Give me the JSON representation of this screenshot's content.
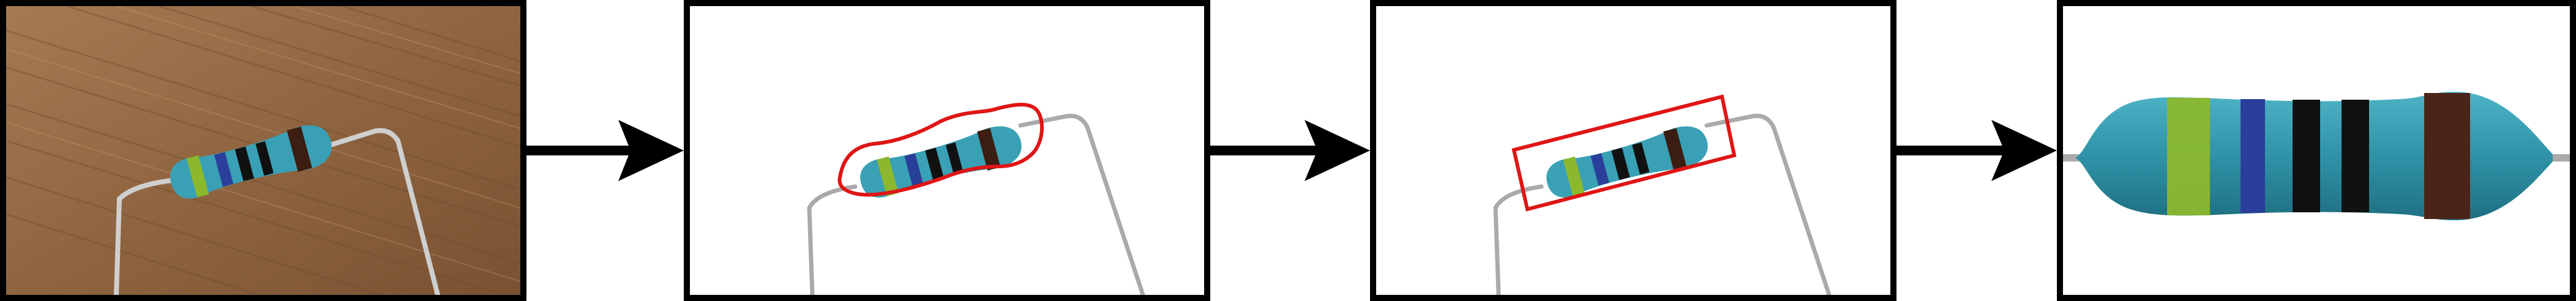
{
  "figure": {
    "description_labels": [],
    "steps": [
      {
        "id": "input-photo",
        "kind": "photo"
      },
      {
        "id": "segmentation-mask",
        "kind": "segmentation"
      },
      {
        "id": "rotated-bounding-box",
        "kind": "detection"
      },
      {
        "id": "rectified-crop",
        "kind": "crop"
      }
    ],
    "colors": {
      "frame": "#000000",
      "annotation": "#e01515",
      "resistor_body": "#3aa0b5",
      "band_green": "#8bb82d",
      "band_blue": "#2a3f9a",
      "band_black": "#111111",
      "band_brown": "#4a2418",
      "wood": "#9a6f47"
    }
  }
}
